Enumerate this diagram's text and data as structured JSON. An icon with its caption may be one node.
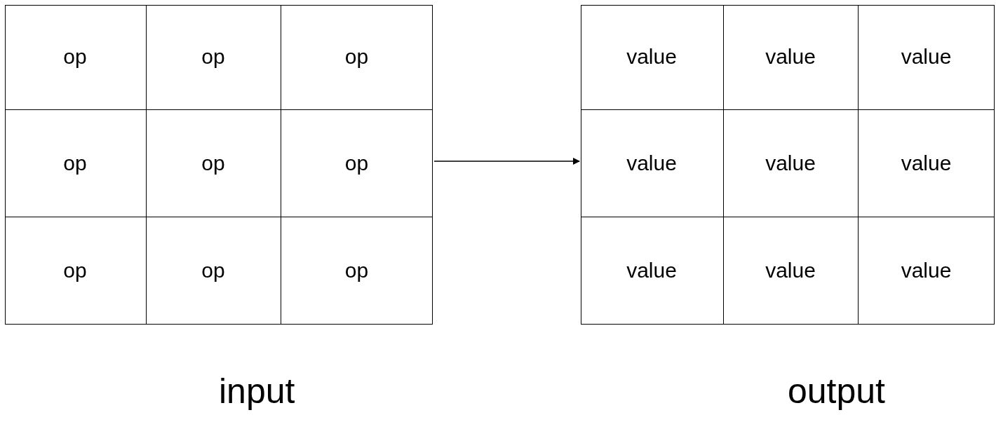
{
  "diagram": {
    "nodes": [
      {
        "text": [
          "input"
        ]
      },
      {
        "text": [
          "op"
        ],
        "in": 0
      },
      {
        "text": [
          "op"
        ],
        "in": 0
      },
      {
        "text": [
          "op"
        ],
        "in": 0
      },
      {
        "text": [
          "op"
        ],
        "in": 0
      },
      {
        "text": [
          "op"
        ],
        "in": 0
      },
      {
        "text": [
          "op"
        ],
        "in": 0
      },
      {
        "text": [
          "op"
        ],
        "in": 0
      },
      {
        "text": [
          "op"
        ],
        "in": 0
      },
      {
        "text": [
          "op"
        ],
        "in": 0
      },
      {
        "text": [
          "output"
        ]
      },
      {
        "text": [
          "value"
        ],
        "in": 10
      },
      {
        "text": [
          "value"
        ],
        "in": 10
      },
      {
        "text": [
          "value"
        ],
        "in": 10
      },
      {
        "text": [
          "value"
        ],
        "in": 10
      },
      {
        "text": [
          "value"
        ],
        "in": 10
      },
      {
        "text": [
          "value"
        ],
        "in": 10
      },
      {
        "text": [
          "value"
        ],
        "in": 10
      },
      {
        "text": [
          "value"
        ],
        "in": 10
      },
      {
        "text": [
          "value"
        ],
        "in": 10
      }
    ],
    "edges": [
      {
        "from": 0,
        "to": 10,
        "arrow": "to"
      }
    ]
  }
}
